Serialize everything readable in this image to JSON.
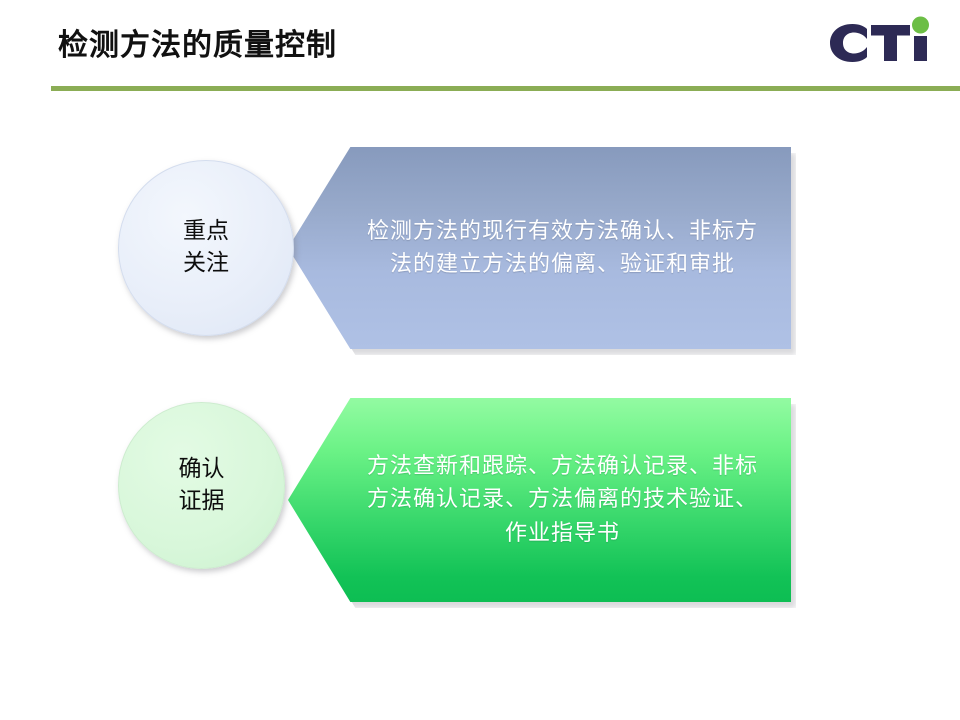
{
  "header": {
    "title": "检测方法的质量控制",
    "rule_color": "#8bad55"
  },
  "logo": {
    "name": "CTI",
    "letters": "CTI",
    "text_color": "#2d2a55",
    "dot_color": "#6cbe45"
  },
  "diagram": {
    "rows": [
      {
        "circle": {
          "label": "重点\n关注",
          "fill_color": "#e8eef9",
          "text_color": "#0d0d0d"
        },
        "banner": {
          "text": "检测方法的现行有效方法确认、非标方法的建立方法的偏离、验证和审批",
          "gradient_from": "#879ABD",
          "gradient_to": "#AFC1E5",
          "text_color": "#ffffff"
        }
      },
      {
        "circle": {
          "label": "确认\n证据",
          "fill_color": "#d8f7da",
          "text_color": "#0d0d0d"
        },
        "banner": {
          "text": "方法查新和跟踪、方法确认记录、非标方法确认记录、方法偏离的技术验证、作业指导书",
          "gradient_from": "#93FBA2",
          "gradient_to": "#0DBE53",
          "text_color": "#ffffff"
        }
      }
    ]
  }
}
